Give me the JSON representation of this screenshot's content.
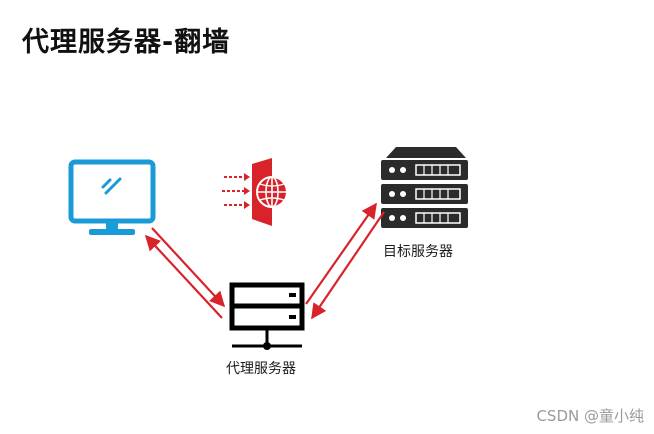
{
  "title": "代理服务器-翻墙",
  "nodes": {
    "client": {
      "icon": "desktop-computer-icon"
    },
    "firewall": {
      "icon": "firewall-globe-icon"
    },
    "target_server": {
      "icon": "server-rack-icon",
      "label": "目标服务器"
    },
    "proxy_server": {
      "icon": "network-server-icon",
      "label": "代理服务器"
    }
  },
  "colors": {
    "client_icon": "#1a9bd7",
    "arrows": "#d9232a",
    "firewall": "#d9232a",
    "server_dark": "#2b2b2b",
    "proxy_stroke": "#000000"
  },
  "watermark": "CSDN @童小纯"
}
